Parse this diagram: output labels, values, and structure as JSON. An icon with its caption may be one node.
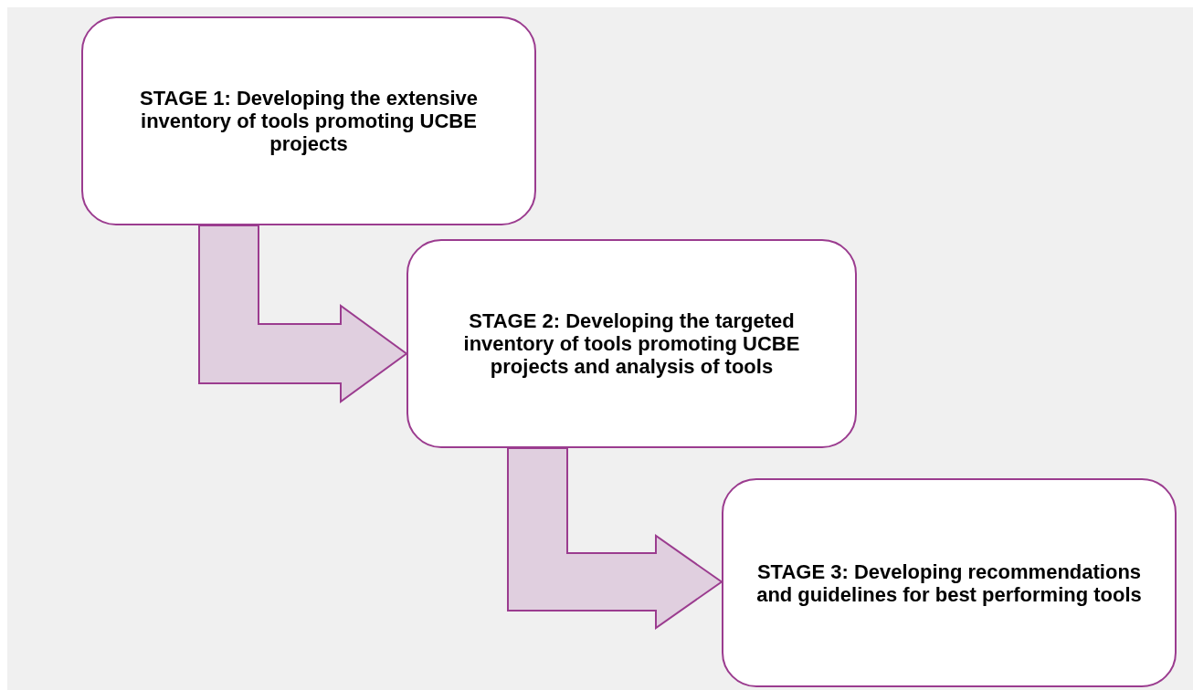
{
  "diagram": {
    "nodes": [
      {
        "text": [
          "STAGE 1: Developing the extensive inventory of tools promoting UCBE projects"
        ]
      },
      {
        "text": [
          "STAGE 2: Developing the targeted inventory of tools promoting UCBE projects and analysis of tools"
        ]
      },
      {
        "text": [
          "STAGE 3: Developing recommendations and guidelines for best performing tools"
        ]
      }
    ],
    "edges": [
      {
        "from": 0,
        "to": 1,
        "arrow": "to"
      },
      {
        "from": 1,
        "to": 2,
        "arrow": "to"
      }
    ]
  }
}
